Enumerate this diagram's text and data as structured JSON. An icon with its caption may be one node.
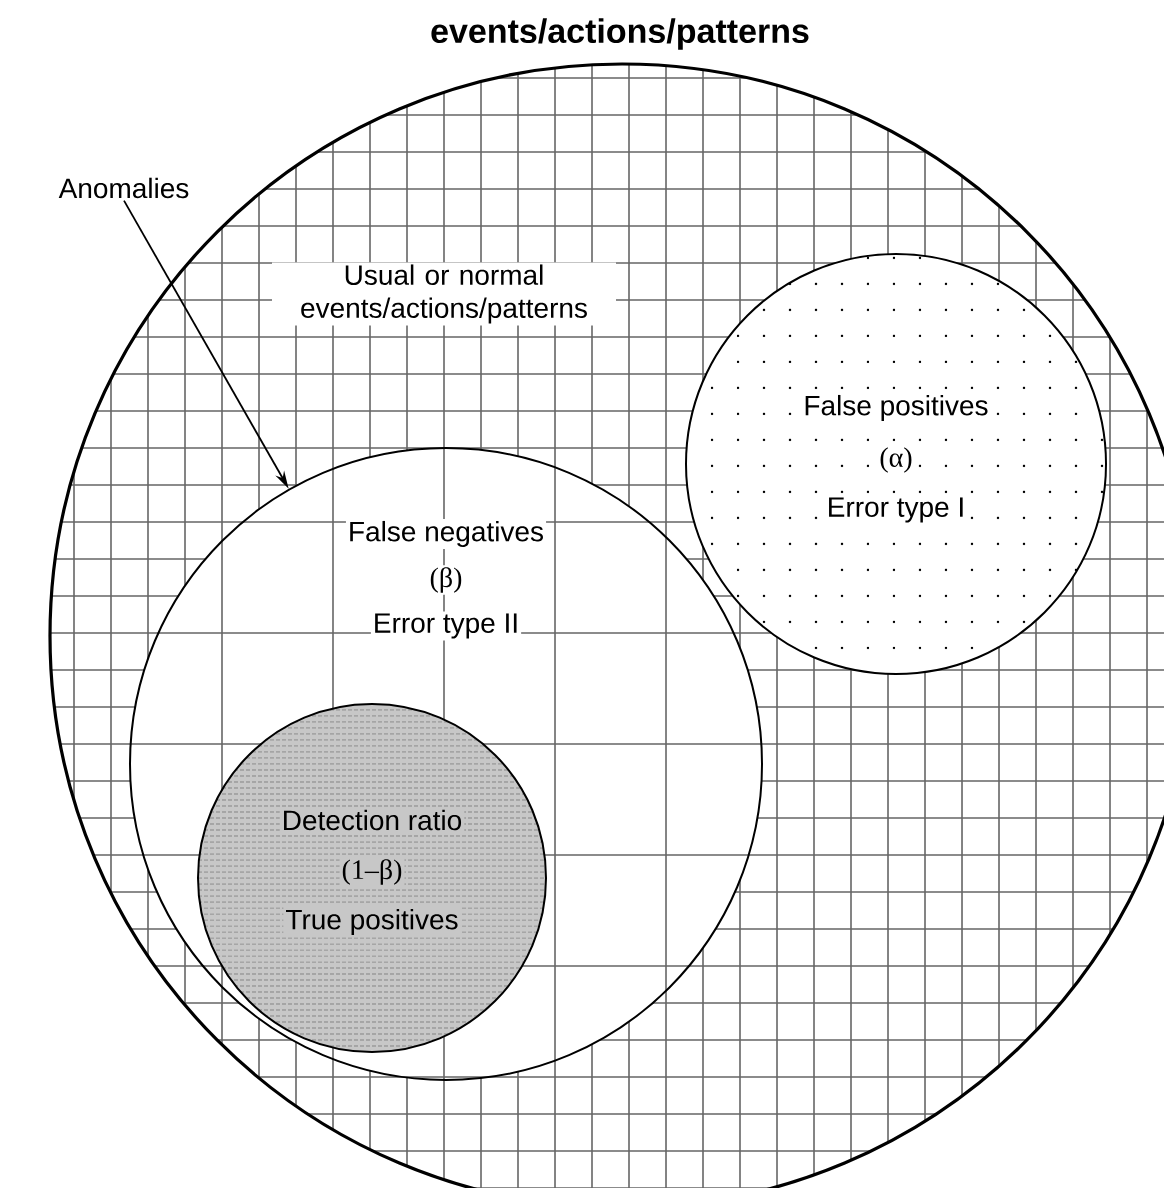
{
  "diagram": {
    "title": "events/actions/patterns",
    "nodes": [
      {
        "text": [
          "Usual or normal events/actions/patterns"
        ]
      },
      {
        "text": [
          "Anomalies"
        ]
      },
      {
        "text": [
          "False negatives",
          "(β)",
          "Error type II"
        ],
        "in": 0
      },
      {
        "text": [
          "False positives",
          "(α)",
          "Error type I"
        ],
        "in": 0
      },
      {
        "text": [
          "Detection ratio",
          "(1–β)",
          "True positives"
        ],
        "in": 2
      }
    ],
    "edges": [
      {
        "from": 1,
        "to": 2,
        "arrow": "to"
      }
    ]
  }
}
